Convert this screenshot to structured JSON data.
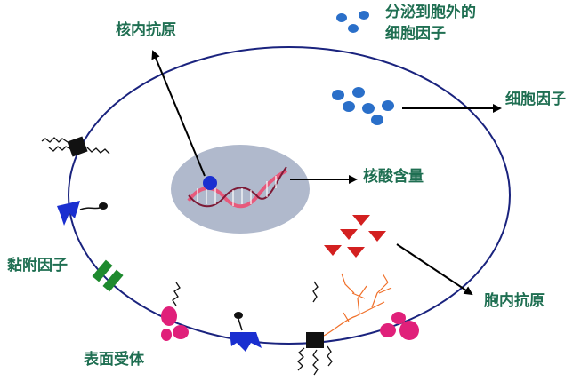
{
  "labels": {
    "nuclear_antigen": "核内抗原",
    "secreted_cytokine_line1": "分泌到胞外的",
    "secreted_cytokine_line2": "细胞因子",
    "cytokine": "细胞因子",
    "dna_content": "核酸含量",
    "adhesion_factor": "黏附因子",
    "cytoplasmic_antigen": "胞内抗原",
    "surface_receptor": "表面受体"
  },
  "colors": {
    "label_text": "#1f6f52",
    "cell_membrane": "#1a237e",
    "nucleus": "#b0b9cc",
    "cytokine_dots": "#2a6fc9",
    "antigen_triangles": "#d32020",
    "adhesion_bars": "#1e8a2e",
    "receptor_blue": "#1a2fd0",
    "receptor_pink": "#e0207a",
    "arrow": "#000000"
  }
}
